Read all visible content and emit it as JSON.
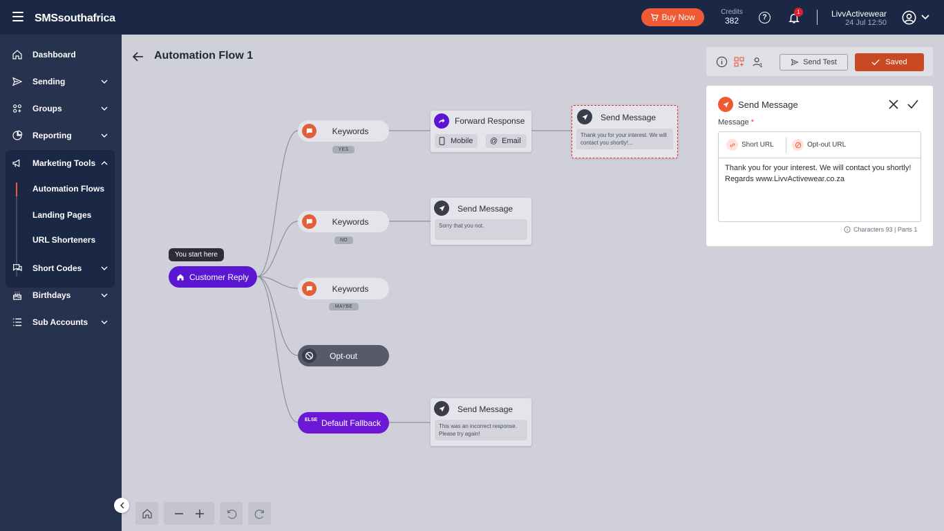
{
  "header": {
    "brand": "SMSsouthafrica",
    "buy_now": "Buy Now",
    "credits_label": "Credits",
    "credits_value": "382",
    "notifications_count": "1",
    "user_name": "LivvActivewear",
    "user_date": "24 Jul 12:50"
  },
  "sidebar": {
    "items": [
      {
        "label": "Dashboard"
      },
      {
        "label": "Sending"
      },
      {
        "label": "Groups"
      },
      {
        "label": "Reporting"
      },
      {
        "label": "Marketing Tools"
      },
      {
        "label": "Short Codes"
      },
      {
        "label": "Birthdays"
      },
      {
        "label": "Sub Accounts"
      }
    ],
    "submenu": [
      {
        "label": "Automation Flows"
      },
      {
        "label": "Landing Pages"
      },
      {
        "label": "URL Shorteners"
      }
    ]
  },
  "flow": {
    "title": "Automation Flow 1",
    "start_tooltip": "You start here",
    "start_node": "Customer Reply",
    "keywords": [
      {
        "label": "Keywords",
        "tag": "YES"
      },
      {
        "label": "Keywords",
        "tag": "NO"
      },
      {
        "label": "Keywords",
        "tag": "MAYBE"
      }
    ],
    "optout": "Opt-out",
    "fallback_tag": "ELSE",
    "fallback": "Default Fallback",
    "forward": {
      "title": "Forward Response",
      "mobile": "Mobile",
      "email": "Email"
    },
    "send_title": "Send Message",
    "msg_yes": "Thank you for your interest. We will contact you shortly!...",
    "msg_no": "Sorry that you not.",
    "msg_else": "This was an incorrect response. Please try again!"
  },
  "toolbar": {
    "user_count": "1",
    "send_test": "Send Test",
    "saved": "Saved"
  },
  "panel": {
    "title": "Send Message",
    "message_label": "Message",
    "required_mark": "*",
    "short_url": "Short URL",
    "optout_url": "Opt-out URL",
    "message_text": "Thank you for your interest. We will contact you shortly!\nRegards www.LivvActivewear.co.za",
    "char_count": "Characters 93 | Parts 1"
  },
  "colors": {
    "topbar": "#1b2845",
    "sidebar": "#27324e",
    "accent": "#ef5a35",
    "start_node": "#5b16d1",
    "canvas": "#cfd0da"
  }
}
